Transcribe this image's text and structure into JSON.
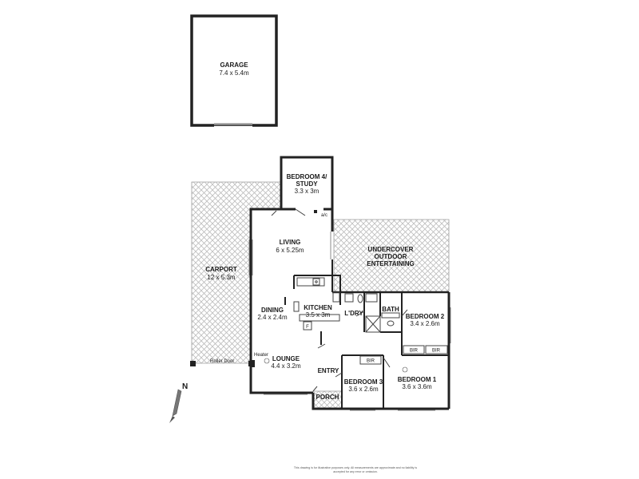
{
  "colors": {
    "wall": "#222222",
    "hatch": "#bdbdbd",
    "fixture": "#444444"
  },
  "rooms": {
    "garage": {
      "name": "GARAGE",
      "dims": "7.4 x 5.4m"
    },
    "bedroom4": {
      "name": "BEDROOM 4/",
      "name2": "STUDY",
      "dims": "3.3 x 3m"
    },
    "living": {
      "name": "LIVING",
      "dims": "6 x 5.25m"
    },
    "outdoor": {
      "line1": "UNDERCOVER",
      "line2": "OUTDOOR",
      "line3": "ENTERTAINING"
    },
    "carport": {
      "name": "CARPORT",
      "dims": "12 x 5.3m"
    },
    "dining": {
      "name": "DINING",
      "dims": "2.4 x 2.4m"
    },
    "kitchen": {
      "name": "KITCHEN",
      "dims": "3.5 x 3m"
    },
    "laundry": {
      "name": "L'DRY"
    },
    "bath": {
      "name": "BATH"
    },
    "bedroom2": {
      "name": "BEDROOM 2",
      "dims": "3.4 x 2.6m"
    },
    "lounge": {
      "name": "LOUNGE",
      "dims": "4.4 x 3.2m"
    },
    "entry": {
      "name": "ENTRY"
    },
    "porch": {
      "name": "PORCH"
    },
    "bedroom3": {
      "name": "BEDROOM 3",
      "dims": "3.6 x 2.6m"
    },
    "bedroom1": {
      "name": "BEDROOM 1",
      "dims": "3.6 x 3.6m"
    }
  },
  "labels": {
    "ac": "a/c",
    "fridge": "F",
    "heater": "Heater",
    "roller_door": "Roller Door",
    "bir": "BIR",
    "north": "N"
  },
  "disclaimer": {
    "line1": "This drawing is for illustrative purposes only. All measurements are approximate and no liability is",
    "line2": "accepted for any error or omission."
  }
}
